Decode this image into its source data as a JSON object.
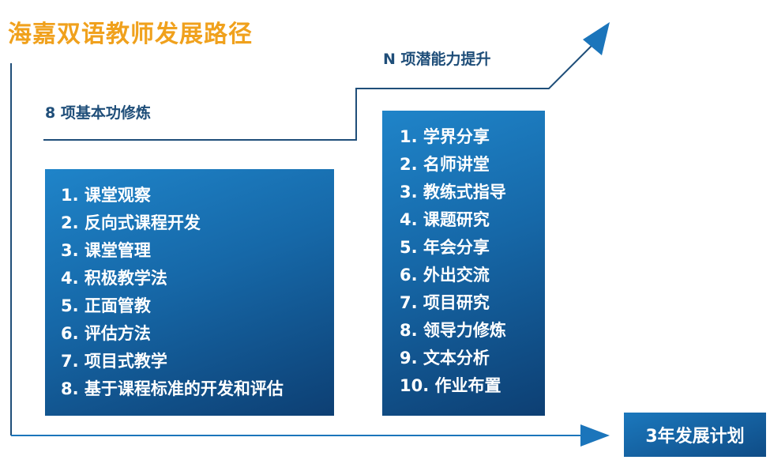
{
  "title": "海嘉双语教师发展路径",
  "basic_label": "8 项基本功修炼",
  "ability_label": "N 项潜能力提升",
  "plan_label": "3年发展计划",
  "basic_items": [
    "1. 课堂观察",
    "2. 反向式课程开发",
    "3. 课堂管理",
    "4. 积极教学法",
    "5. 正面管教",
    "6. 评估方法",
    "7. 项目式教学",
    "8. 基于课程标准的开发和评估"
  ],
  "ability_items": [
    "1. 学界分享",
    "2. 名师讲堂",
    "3. 教练式指导",
    "4. 课题研究",
    "5. 年会分享",
    "6. 外出交流",
    "7. 项目研究",
    "8. 领导力修炼",
    "9. 文本分析",
    "10. 作业布置"
  ],
  "colors": {
    "title": "#f0a11d",
    "label": "#1f4e79",
    "line": "#1f4e79",
    "arrow": "#1b75bb",
    "box_light": "#1f84c9",
    "box_dark": "#0d3f73"
  }
}
